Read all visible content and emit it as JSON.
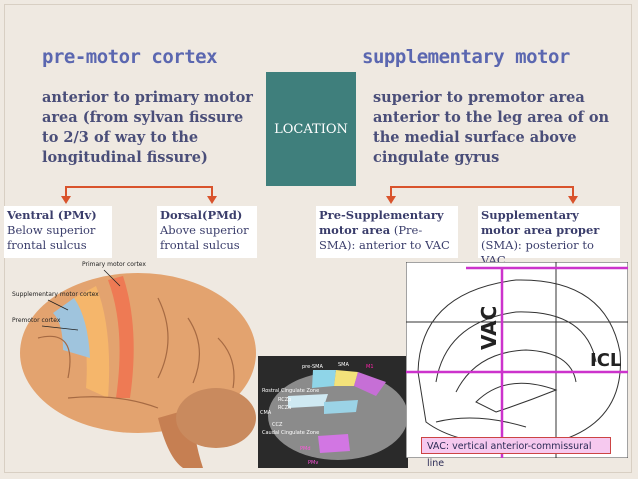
{
  "colors": {
    "heading": "#5b67b0",
    "location_bg": "#3f7f7c",
    "arrow": "#d9532c",
    "desc": "#4a4e79",
    "vac_label_bg": "#f6c9ef",
    "vac_line": "#cc33cc"
  },
  "headings": {
    "left": "pre-motor cortex",
    "right": "supplementary motor"
  },
  "location_label": "LOCATION",
  "descriptions": {
    "left": "anterior to primary motor area (from sylvan fissure to 2/3 of way to the longitudinal fissure)",
    "right": "superior to premotor area anterior to the leg area of on the medial surface above cingulate gyrus"
  },
  "boxes": {
    "ventral": {
      "title": "Ventral (PMv)",
      "text": "Below superior frontal sulcus"
    },
    "dorsal": {
      "title": "Dorsal(PMd)",
      "text": "Above superior frontal sulcus"
    },
    "pre_sma": {
      "title": "Pre-Supplementary motor area",
      "text": "(Pre-SMA): anterior to VAC"
    },
    "sma": {
      "title": "Supplementary motor area proper",
      "text": "(SMA): posterior to VAC"
    }
  },
  "brain_labels": {
    "primary": "Primary motor cortex",
    "supplementary": "Supplementary motor cortex",
    "premotor": "Premotor cortex"
  },
  "medial_labels": {
    "pre_sma": "pre-SMA",
    "sma": "SMA",
    "m1": "M1",
    "rcz": "Rostral Cingulate Zone",
    "rczp": "RCZp",
    "rcza": "RCZa",
    "cma": "CMA",
    "ccz": "CCZ",
    "ccz_full": "Caudal Cingulate Zone",
    "pmd": "PMd",
    "pmv": "PMv"
  },
  "mri_labels": {
    "vac": "VAC",
    "icl": "ICL"
  },
  "vac_caption": "VAC: vertical anterior-commissural line"
}
